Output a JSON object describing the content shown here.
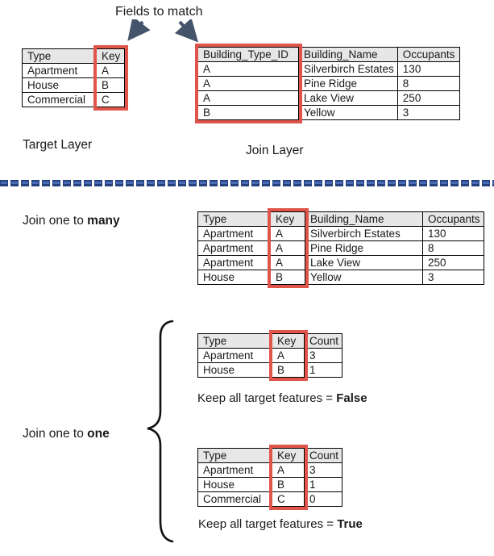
{
  "header": {
    "title": "Fields to match"
  },
  "top": {
    "target": {
      "caption": "Target Layer",
      "table": {
        "headers": [
          "Type",
          "Key"
        ],
        "rows": [
          [
            "Apartment",
            "A"
          ],
          [
            "House",
            "B"
          ],
          [
            "Commercial",
            "C"
          ]
        ],
        "highlight_col": 1
      }
    },
    "join": {
      "caption": "Join Layer",
      "table": {
        "headers": [
          "Building_Type_ID",
          "Building_Name",
          "Occupants"
        ],
        "rows": [
          [
            "A",
            "Silverbirch Estates",
            "130"
          ],
          [
            "A",
            "Pine Ridge",
            "8"
          ],
          [
            "A",
            "Lake View",
            "250"
          ],
          [
            "B",
            "Yellow",
            "3"
          ]
        ],
        "highlight_col": 0
      }
    }
  },
  "one_to_many": {
    "label_prefix": "Join one to ",
    "label_bold": "many",
    "table": {
      "headers": [
        "Type",
        "Key",
        "Building_Name",
        "Occupants"
      ],
      "rows": [
        [
          "Apartment",
          "A",
          "Silverbirch Estates",
          "130"
        ],
        [
          "Apartment",
          "A",
          "Pine Ridge",
          "8"
        ],
        [
          "Apartment",
          "A",
          "Lake View",
          "250"
        ],
        [
          "House",
          "B",
          "Yellow",
          "3"
        ]
      ],
      "highlight_col": 1
    }
  },
  "one_to_one": {
    "label_prefix": "Join one to ",
    "label_bold": "one",
    "false_case": {
      "caption_prefix": "Keep all target features = ",
      "caption_bold": "False",
      "table": {
        "headers": [
          "Type",
          "Key",
          "Count"
        ],
        "rows": [
          [
            "Apartment",
            "A",
            "3"
          ],
          [
            "House",
            "B",
            "1"
          ]
        ],
        "highlight_col": 1
      }
    },
    "true_case": {
      "caption_prefix": "Keep all target features = ",
      "caption_bold": "True",
      "table": {
        "headers": [
          "Type",
          "Key",
          "Count"
        ],
        "rows": [
          [
            "Apartment",
            "A",
            "3"
          ],
          [
            "House",
            "B",
            "1"
          ],
          [
            "Commercial",
            "C",
            "0"
          ]
        ],
        "highlight_col": 1
      }
    }
  },
  "icons": {
    "arrow_left": "down-left-arrow",
    "arrow_right": "down-right-arrow",
    "brace": "curly-brace",
    "divider": "dashed-divider-line"
  },
  "colors": {
    "highlight_red": "#e0554b",
    "header_gray": "#e8e7e7",
    "arrow_slate": "#44546a",
    "divider_dark": "#24417e",
    "divider_light": "#4a6bb5"
  }
}
